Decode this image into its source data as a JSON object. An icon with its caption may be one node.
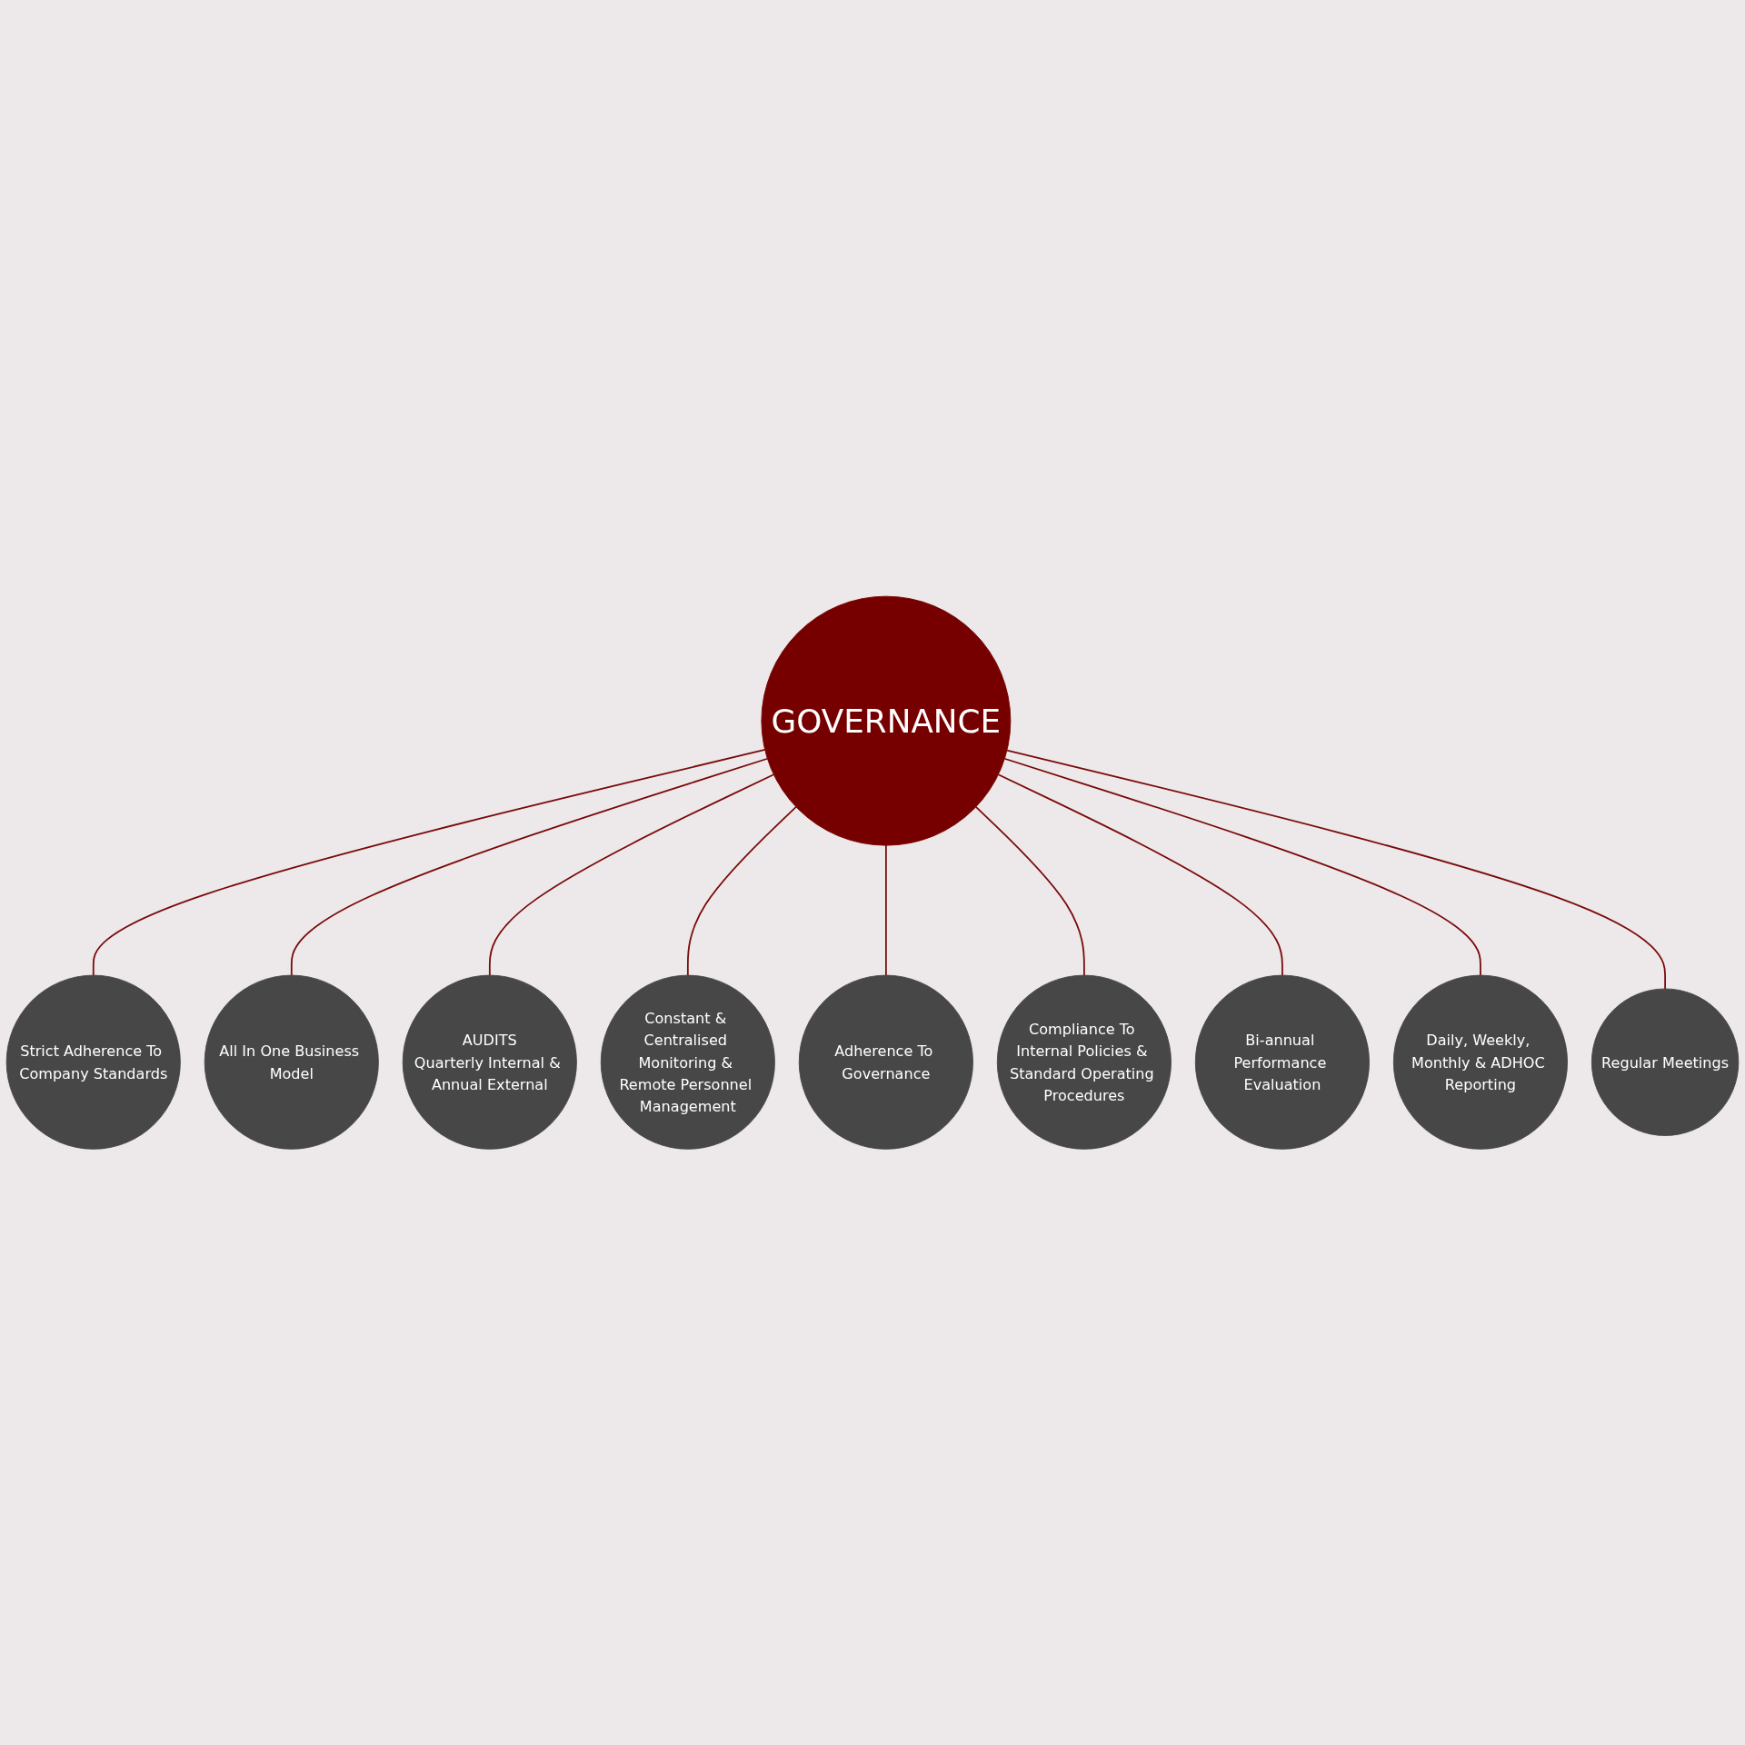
{
  "diagram": {
    "nodes": [
      {
        "text": [
          "GOVERNANCE"
        ]
      },
      {
        "text": [
          "Strict Adherence To Company Standards"
        ]
      },
      {
        "text": [
          "All In One Business Model"
        ]
      },
      {
        "text": [
          "AUDITS",
          "Quarterly Internal & Annual External"
        ]
      },
      {
        "text": [
          "Constant & Centralised Monitoring & Remote Personnel Management"
        ]
      },
      {
        "text": [
          "Adherence To Governance"
        ]
      },
      {
        "text": [
          "Compliance To Internal Policies & Standard Operating Procedures"
        ]
      },
      {
        "text": [
          "Bi-annual Performance Evaluation"
        ]
      },
      {
        "text": [
          "Daily, Weekly, Monthly & ADHOC Reporting"
        ]
      },
      {
        "text": [
          "Regular Meetings"
        ]
      }
    ],
    "edges": [
      {
        "from": 0,
        "to": 1,
        "arrow": "none"
      },
      {
        "from": 0,
        "to": 2,
        "arrow": "none"
      },
      {
        "from": 0,
        "to": 3,
        "arrow": "none"
      },
      {
        "from": 0,
        "to": 4,
        "arrow": "none"
      },
      {
        "from": 0,
        "to": 5,
        "arrow": "none"
      },
      {
        "from": 0,
        "to": 6,
        "arrow": "none"
      },
      {
        "from": 0,
        "to": 7,
        "arrow": "none"
      },
      {
        "from": 0,
        "to": 8,
        "arrow": "none"
      },
      {
        "from": 0,
        "to": 9,
        "arrow": "none"
      }
    ]
  }
}
